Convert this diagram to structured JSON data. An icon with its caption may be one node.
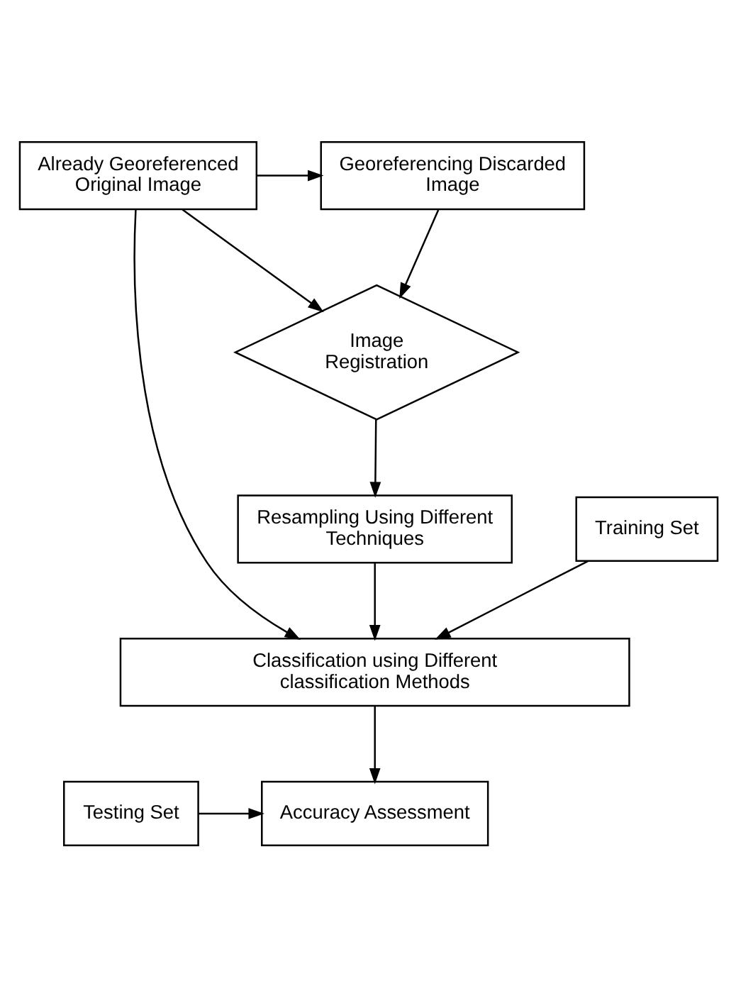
{
  "diagram": {
    "nodes": [
      {
        "text": [
          "Already Georeferenced Original Image"
        ]
      },
      {
        "text": [
          "Georeferencing Discarded Image"
        ]
      },
      {
        "text": [
          "Image Registration"
        ]
      },
      {
        "text": [
          "Training Set"
        ]
      },
      {
        "text": [
          "Resampling Using Different Techniques"
        ]
      },
      {
        "text": [
          "Classification using Different classification Methods"
        ]
      },
      {
        "text": [
          "Accuracy Assessment"
        ]
      },
      {
        "text": [
          "Testing Set"
        ]
      }
    ],
    "edges": [
      {
        "from": 0,
        "to": 1,
        "arrow": "to"
      },
      {
        "from": 0,
        "to": 2,
        "arrow": "to"
      },
      {
        "from": 1,
        "to": 2,
        "arrow": "to"
      },
      {
        "from": 2,
        "to": 4,
        "arrow": "to"
      },
      {
        "from": 0,
        "to": 5,
        "arrow": "to"
      },
      {
        "from": 3,
        "to": 5,
        "arrow": "to"
      },
      {
        "from": 4,
        "to": 5,
        "arrow": "to"
      },
      {
        "from": 5,
        "to": 6,
        "arrow": "to"
      },
      {
        "from": 7,
        "to": 6,
        "arrow": "to"
      }
    ]
  }
}
